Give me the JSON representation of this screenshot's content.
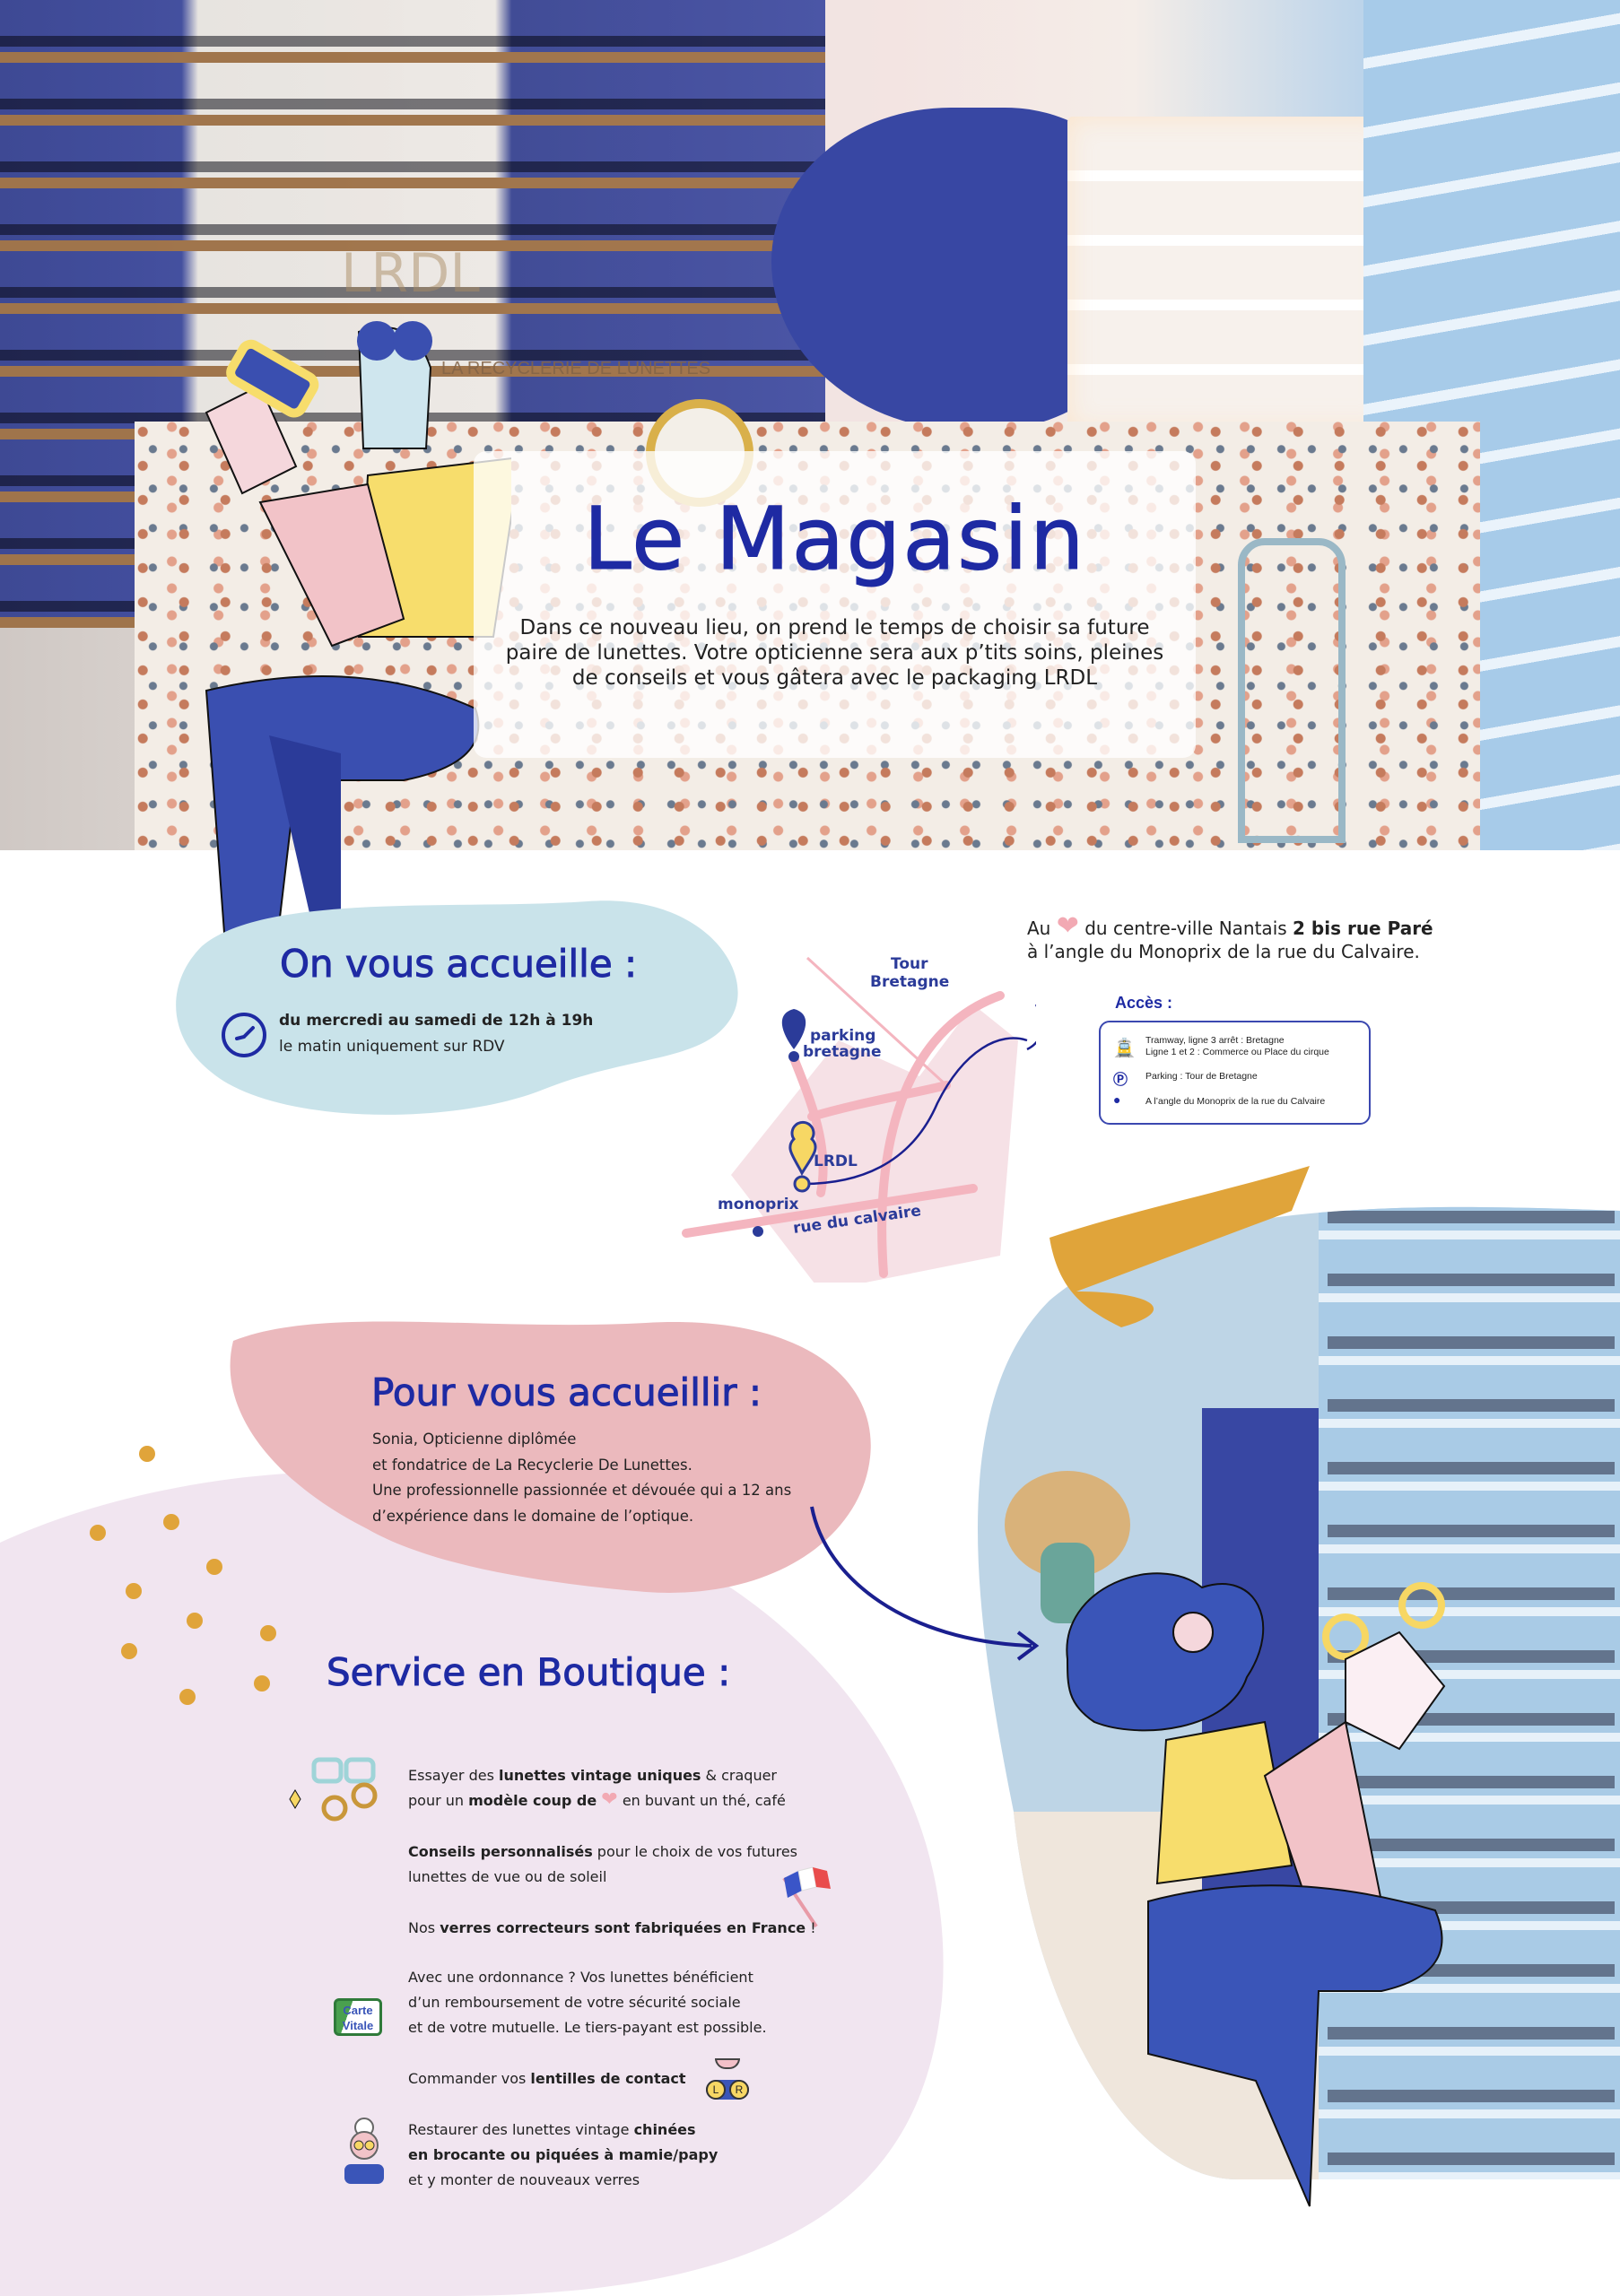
{
  "hero": {
    "title": "Le Magasin",
    "text_lines": [
      "Dans ce nouveau lieu, on prend le temps de choisir sa future",
      "paire de lunettes. Votre opticienne sera aux p’tits soins, pleines",
      "de conseils et vous gâtera avec le packaging LRDL"
    ],
    "wall_logo": "LRDL",
    "wall_sign": "LA RECYCLERIE DE LUNETTES"
  },
  "welcome": {
    "title": "On vous accueille :",
    "hours": "du mercredi au samedi de 12h à 19h",
    "note": "le matin uniquement sur RDV"
  },
  "map": {
    "labels": [
      "Tour",
      "Bretagne",
      "parking",
      "bretagne",
      "LRDL",
      "monoprix",
      "rue du calvaire"
    ]
  },
  "address": {
    "prefix": "Au",
    "middle": " du centre-ville Nantais ",
    "street": "2 bis rue Paré",
    "line2": "à l’angle du Monoprix de la rue du Calvaire."
  },
  "access": {
    "title": "Accès :",
    "rows": [
      {
        "icon": "tram-icon",
        "lines": [
          "Tramway, ligne 3 arrêt : Bretagne",
          "Ligne 1 et 2 : Commerce ou Place du cirque"
        ]
      },
      {
        "icon": "parking-icon",
        "lines": [
          "Parking : Tour de Bretagne"
        ]
      },
      {
        "icon": "footprint-icon",
        "lines": [
          "A l’angle du Monoprix de la rue du Calvaire"
        ]
      }
    ]
  },
  "team": {
    "title": "Pour vous accueillir :",
    "lines": [
      "Sonia, Opticienne diplômée",
      "et fondatrice de La Recyclerie De Lunettes.",
      "Une professionnelle passionnée et dévouée qui a 12 ans",
      "d’expérience dans le domaine de l’optique."
    ]
  },
  "services": {
    "title": "Service en Boutique :",
    "items": [
      {
        "a": "Essayer des ",
        "b": "lunettes vintage uniques",
        "c": " & craquer",
        "d": "pour un ",
        "e": "modèle coup de",
        "f": " en buvant un thé, café"
      },
      {
        "a": "Conseils personnalisés",
        "b": " pour le choix de vos futures",
        "c": "lunettes de vue ou de soleil"
      },
      {
        "a": "Nos ",
        "b": "verres correcteurs sont fabriquées en France",
        "c": " !"
      },
      {
        "a": "Avec une ordonnance ? Vos lunettes bénéficient",
        "b": "d’un remboursement de votre sécurité sociale",
        "c": "et de votre mutuelle. Le tiers-payant est possible."
      },
      {
        "a": "Commander vos ",
        "b": "lentilles de contact"
      },
      {
        "a": "Restaurer des lunettes vintage ",
        "b": "chinées",
        "c": "en brocante ou piquées à mamie/papy",
        "d": "et y monter de nouveaux verres"
      }
    ],
    "carte_vitale": [
      "Carte",
      "Vitale"
    ],
    "lens_case": [
      "L",
      "R"
    ]
  },
  "colors": {
    "accent": "#1e2aa3",
    "blue_blob": "#c9e3ea",
    "pink_blob": "#ebb9bd",
    "lavender": "#f1e5f0",
    "mustard": "#e0a43a",
    "heart": "#f2a9b3"
  }
}
